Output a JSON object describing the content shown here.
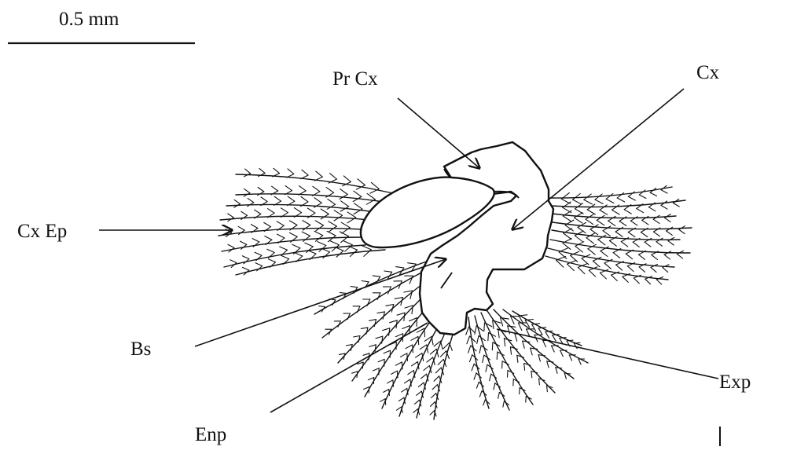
{
  "scale_bar": {
    "label": "0.5 mm"
  },
  "labels": {
    "pr_cx": "Pr Cx",
    "cx": "Cx",
    "cx_ep": "Cx Ep",
    "bs": "Bs",
    "exp": "Exp",
    "enp": "Enp"
  },
  "colors": {
    "ink": "#111111",
    "background": "#ffffff"
  }
}
